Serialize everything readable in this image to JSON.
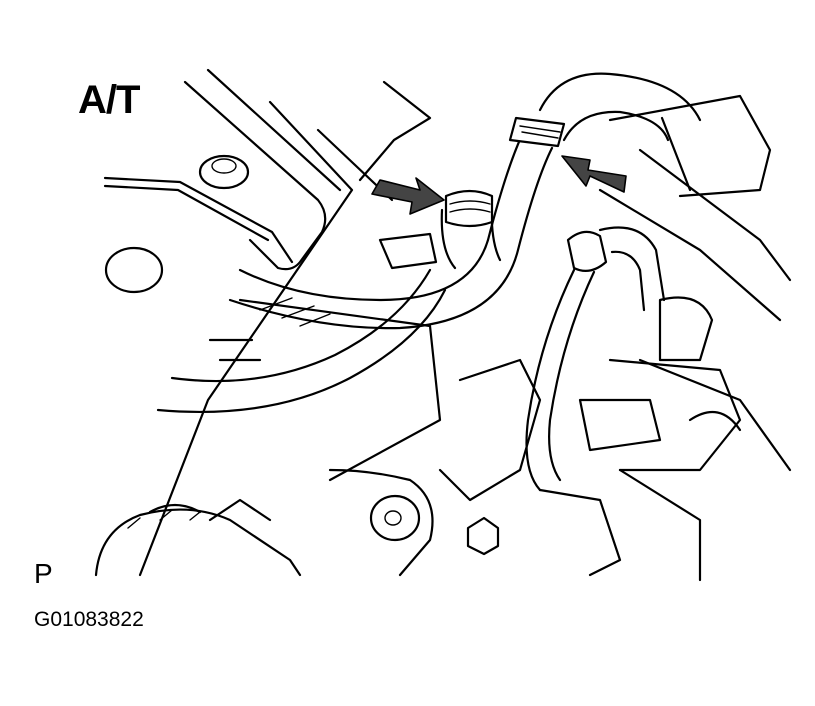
{
  "diagram": {
    "variant_label": "A/T",
    "view_label": "P",
    "figure_id": "G01083822",
    "arrow_color": "#444444",
    "line_color": "#000000",
    "background_color": "#ffffff",
    "icons": [
      "left-arrow-icon",
      "right-arrow-icon"
    ]
  }
}
